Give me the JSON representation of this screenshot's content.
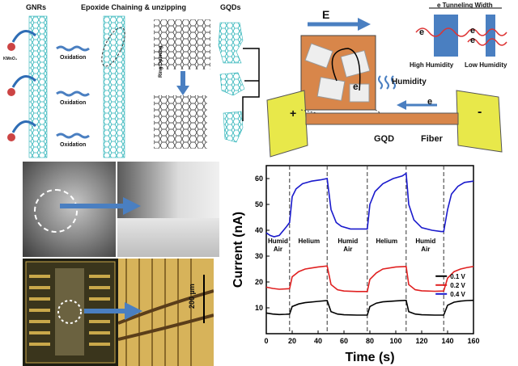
{
  "synthesis": {
    "gnrs_label": "GNRs",
    "epoxide_label": "Epoxide Chaining & unzipping",
    "gqds_label": "GQDs",
    "kmno4_label": "KMnO₄",
    "oxidation_label": "Oxidation",
    "ring_opening_label": "Ring Opening"
  },
  "mechanism": {
    "field_label": "E",
    "electron_label": "e",
    "tunneling_label": "e Tunneling Width",
    "high_humidity_label": "High Humidity",
    "low_humidity_label": "Low Humidity",
    "humidity_label": "Humidity",
    "gqd_label": "GQD",
    "fiber_label": "Fiber",
    "plus_label": "+",
    "minus_label": "-"
  },
  "micrograph": {
    "scale_label": "200 µm"
  },
  "colors": {
    "graphene": "#2bb3b8",
    "arrow": "#4a7fc1",
    "electrode": "#e8e84a",
    "series_01": "#000000",
    "series_02": "#e02020",
    "series_04": "#1a1acc"
  },
  "chart_data": {
    "type": "line",
    "xlabel": "Time (s)",
    "ylabel": "Current (nA)",
    "xlim": [
      0,
      160
    ],
    "ylim": [
      0,
      65
    ],
    "xticks": [
      0,
      20,
      40,
      60,
      80,
      100,
      120,
      140,
      160
    ],
    "yticks": [
      10,
      20,
      30,
      40,
      50,
      60
    ],
    "legend_position": "lower-right",
    "region_labels": [
      {
        "text": "Humid Air",
        "x": 9
      },
      {
        "text": "Helium",
        "x": 33
      },
      {
        "text": "Humid Air",
        "x": 63
      },
      {
        "text": "Helium",
        "x": 93
      },
      {
        "text": "Humid Air",
        "x": 123
      }
    ],
    "dividers": [
      18,
      47,
      78,
      108,
      137
    ],
    "series": [
      {
        "name": "0.1 V",
        "color": "#000000",
        "x": [
          0,
          5,
          10,
          15,
          18,
          20,
          25,
          30,
          40,
          47,
          50,
          55,
          60,
          70,
          78,
          80,
          85,
          90,
          100,
          108,
          110,
          115,
          120,
          130,
          137,
          140,
          145,
          150,
          155,
          160
        ],
        "y": [
          8,
          7.6,
          7.4,
          7.5,
          7.6,
          10.5,
          11.5,
          12,
          12.5,
          12.8,
          8.5,
          7.6,
          7.3,
          7.2,
          7.2,
          10.5,
          11.8,
          12.3,
          12.7,
          12.9,
          8.5,
          7.6,
          7.3,
          7.2,
          7.2,
          11,
          12.2,
          12.6,
          12.8,
          12.9
        ]
      },
      {
        "name": "0.2 V",
        "color": "#e02020",
        "x": [
          0,
          5,
          10,
          15,
          18,
          20,
          25,
          30,
          40,
          47,
          50,
          55,
          60,
          70,
          78,
          80,
          85,
          90,
          100,
          108,
          110,
          115,
          120,
          130,
          137,
          140,
          145,
          150,
          155,
          160
        ],
        "y": [
          18,
          17.5,
          17.2,
          17.3,
          17.4,
          22,
          24,
          25,
          25.8,
          26.2,
          19,
          17,
          16.5,
          16.3,
          16.3,
          21,
          23.5,
          25,
          25.8,
          26,
          19,
          17,
          16.6,
          16.4,
          16.5,
          21.5,
          24,
          25,
          25.6,
          26
        ]
      },
      {
        "name": "0.4 V",
        "color": "#1a1acc",
        "x": [
          0,
          3,
          6,
          10,
          15,
          18,
          20,
          23,
          28,
          35,
          42,
          47,
          50,
          54,
          58,
          65,
          72,
          78,
          80,
          84,
          90,
          98,
          105,
          108,
          110,
          114,
          120,
          128,
          135,
          137,
          140,
          143,
          148,
          153,
          160
        ],
        "y": [
          39,
          38,
          37.5,
          38,
          41,
          43,
          53,
          56,
          58,
          59,
          59.5,
          60,
          48,
          43,
          41.5,
          40.5,
          40.5,
          40.5,
          50,
          55,
          58,
          60,
          61,
          62,
          50,
          44,
          41,
          40,
          39.5,
          39.5,
          48,
          54,
          57,
          58.5,
          59
        ]
      }
    ]
  }
}
